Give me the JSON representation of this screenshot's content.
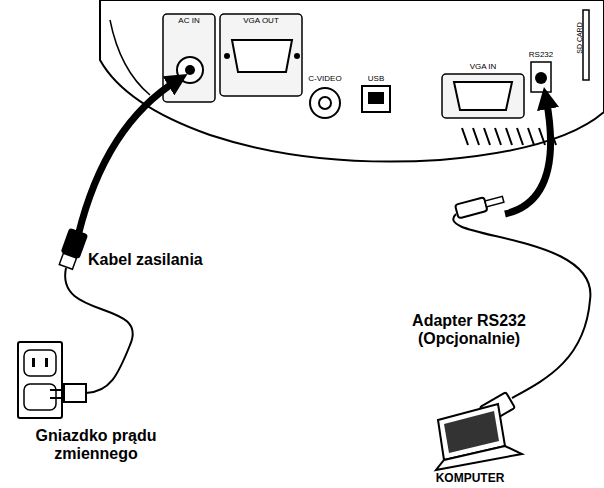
{
  "diagram": {
    "labels": [
      "AC IN",
      "VGA OUT",
      "C-VIDEO",
      "USB",
      "VGA IN",
      "RS232",
      "SD CARD",
      "Kabel zasilania",
      "Adapter RS232 (Opcjonalnie)",
      "Gniazdko prądu zmiennego",
      "KOMPUTER"
    ]
  }
}
